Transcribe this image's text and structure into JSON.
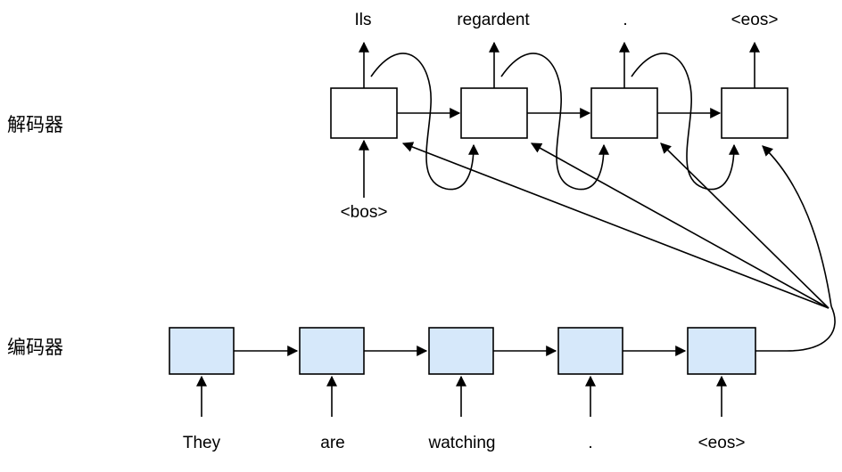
{
  "labels": {
    "decoder": "解码器",
    "encoder": "编码器"
  },
  "decoder": {
    "outputs": [
      "Ils",
      "regardent",
      ".",
      "<eos>"
    ],
    "input": "<bos>"
  },
  "encoder": {
    "inputs": [
      "They",
      "are",
      "watching",
      ".",
      "<eos>"
    ]
  },
  "colors": {
    "decoder_box_fill": "#ffffff",
    "encoder_box_fill": "#d6e8fa",
    "line": "#000000"
  }
}
